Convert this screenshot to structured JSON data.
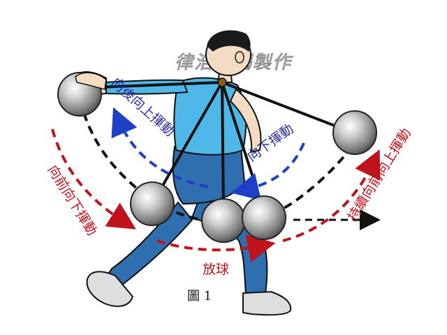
{
  "watermark": "律浩攝揭製作",
  "labels": {
    "back_up_swing": "向後向上揮動",
    "down_swing": "向下揮動",
    "forward_down_swing": "向前向下揮動",
    "release": "放球",
    "continue_forward_up_swing": "持續向前向上揮動"
  },
  "caption": "圖 1",
  "colors": {
    "blue_arrow": "#1f3fc4",
    "red_arrow": "#c0141c",
    "red_text": "#c0141c",
    "blue_text": "#2a2f9c",
    "shirt": "#4fb8e8",
    "pants": "#2f6fb0",
    "skin": "#f4dcc4",
    "ball": "#8a8a8a"
  }
}
